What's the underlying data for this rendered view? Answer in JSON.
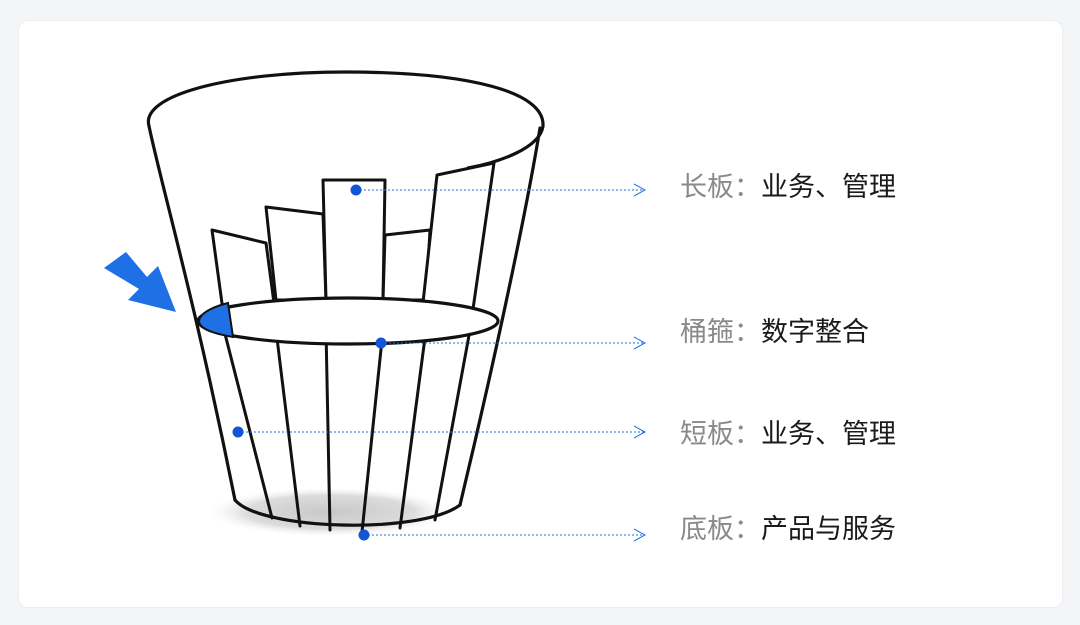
{
  "colors": {
    "accent": "#1f6fe5",
    "leader_line": "#1f6fe5",
    "label_key": "#8a8a8a",
    "label_value": "#1a1a1a",
    "outline": "#111111",
    "shadow": "#cfcfcf"
  },
  "labels": [
    {
      "key": "长板",
      "separator": "：",
      "value": "业务、管理"
    },
    {
      "key": "桶箍",
      "separator": "：",
      "value": "数字整合"
    },
    {
      "key": "短板",
      "separator": "：",
      "value": "业务、管理"
    },
    {
      "key": "底板",
      "separator": "：",
      "value": "产品与服务"
    }
  ],
  "icons": {
    "pointer": "arrow-pointer-icon"
  }
}
